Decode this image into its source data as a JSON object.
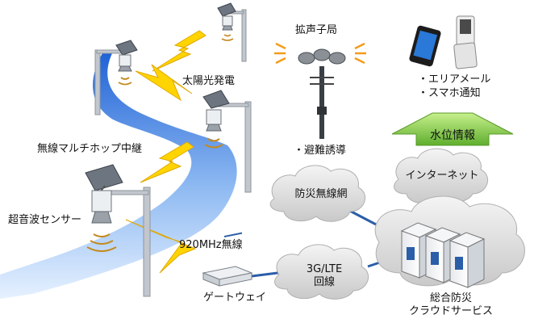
{
  "labels": {
    "solar": "太陽光発電",
    "multihop": "無線マルチホップ中継",
    "ultrasonic": "超音波センサー",
    "wireless920": "920MHz無線",
    "gateway": "ゲートウェイ",
    "speaker_station": "拡声子局",
    "evacuation": "・避難誘導",
    "area_mail": "・エリアメール",
    "smartphone": "・スマホ通知",
    "water_level": "水位情報",
    "disaster_net": "防災無線網",
    "internet": "インターネット",
    "lte_line1": "3G/LTE",
    "lte_line2": "回線",
    "cloud_line1": "総合防災",
    "cloud_line2": "クラウドサービス"
  },
  "colors": {
    "river_top": "#2f74e0",
    "river_bottom": "#dcecff",
    "bolt": "#ffd400",
    "bolt_stroke": "#e8b400",
    "cloud": "#d9d9d9",
    "link": "#2b5ea8",
    "arrow": "#8fd14f",
    "pole": "#b9bfc6",
    "wave": "#c48a1e"
  }
}
